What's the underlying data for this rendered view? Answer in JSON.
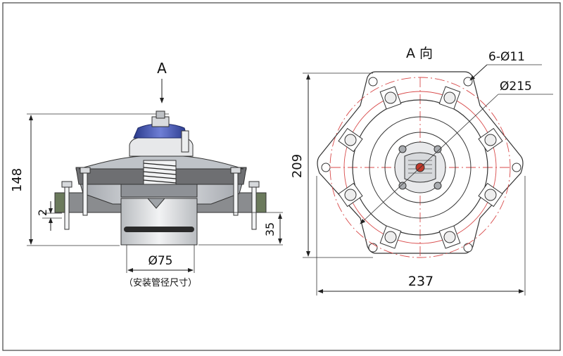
{
  "view_marker": "A",
  "view_title": "A 向",
  "dims": {
    "height_total": "148",
    "offset_small": "2",
    "stub_height": "35",
    "pipe_dia": "Ø75",
    "pipe_note": "（安装管径尺寸）",
    "flange_height": "209",
    "flange_width": "237",
    "bolt_holes": "6-Ø11",
    "bolt_circle": "Ø215"
  },
  "colors": {
    "frame": "#444444",
    "red_guides": "#d84a4a",
    "blue_cap": "#3b4fb0",
    "body_grey": "#cfd2d6",
    "dark_grey": "#6e6f72",
    "olive": "#6b7a5c"
  }
}
